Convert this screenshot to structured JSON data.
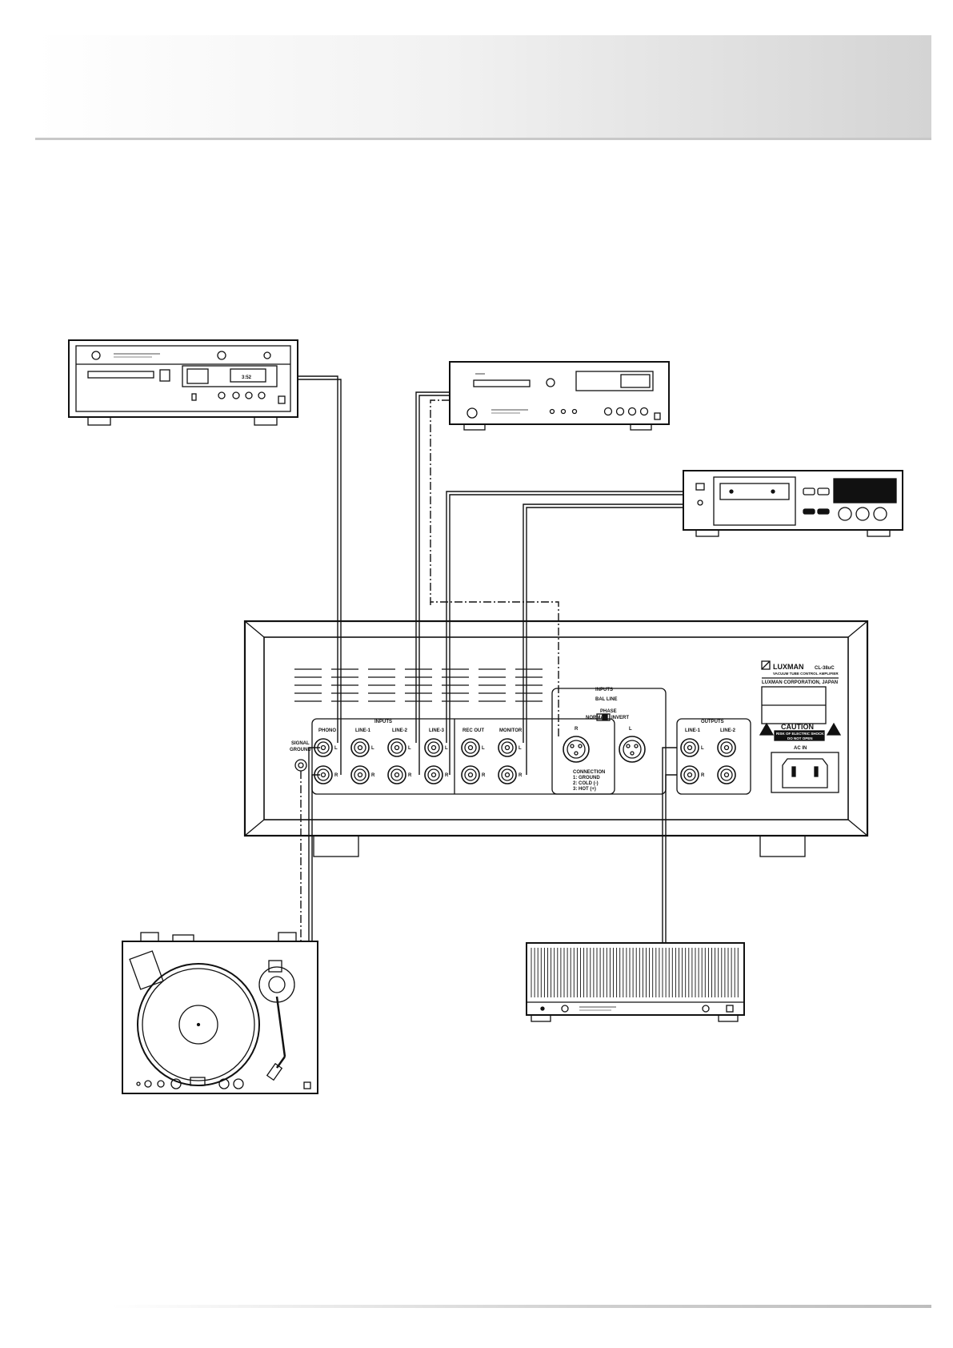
{
  "amplifier": {
    "brand": "LUXMAN",
    "model": "CL-38uC",
    "model_sub": "VACUUM TUBE CONTROL AMPLIFIER",
    "maker": "LUXMAN CORPORATION, JAPAN",
    "inputs_label": "INPUTS",
    "jacks": {
      "phono": "PHONO",
      "line1": "LINE-1",
      "line2": "LINE-2",
      "line3": "LINE-3",
      "rec_out": "REC OUT",
      "monitor": "MONITOR"
    },
    "signal_ground": [
      "SIGNAL",
      "GROUND"
    ],
    "channel_l": "L",
    "channel_r": "R",
    "bal": {
      "title": "INPUTS",
      "subtitle": "BAL LINE",
      "phase": "PHASE",
      "normal": "NORMAL",
      "invert": "INVERT",
      "connection": [
        "CONNECTION",
        "1: GROUND",
        "2: COLD (-)",
        "3: HOT (+)"
      ]
    },
    "outputs": {
      "title": "OUTPUTS",
      "line1": "LINE-1",
      "line2": "LINE-2"
    },
    "caution": {
      "title": "CAUTION",
      "line1": "RISK OF ELECTRIC SHOCK",
      "line2": "DO NOT OPEN"
    },
    "ac_in": "AC IN"
  },
  "colors": {
    "ink": "#111111",
    "panel": "#ffffff"
  },
  "icons": [
    "warning-icon",
    "luxman-logo-icon"
  ]
}
